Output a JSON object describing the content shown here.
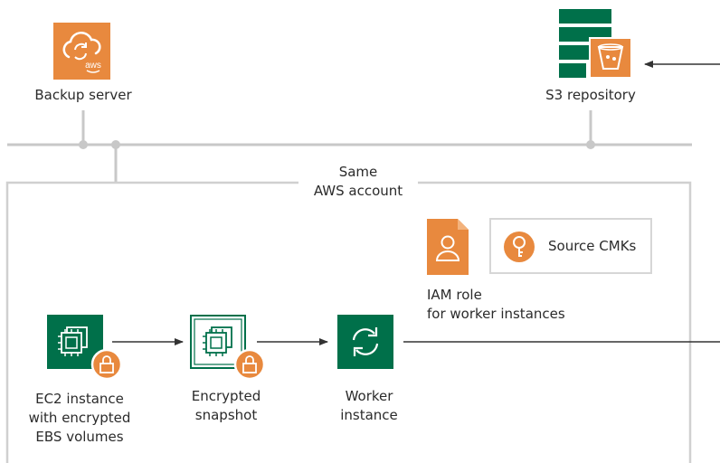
{
  "nodes": {
    "backup_server": {
      "label": "Backup server",
      "icon": "aws-cloud-sync-icon"
    },
    "s3_repository": {
      "label": "S3 repository",
      "icon": "s3-repository-icon"
    },
    "aws_account": {
      "label_line1": "Same",
      "label_line2": "AWS account"
    },
    "iam_role": {
      "label_line1": "IAM role",
      "label_line2": "for worker instances",
      "icon": "iam-user-document-icon"
    },
    "source_cmks": {
      "label": "Source CMKs",
      "icon": "key-icon"
    },
    "ec2_instance": {
      "label_line1": "EC2 instance",
      "label_line2": "with encrypted",
      "label_line3": "EBS volumes",
      "icon": "chip-icon"
    },
    "encrypted_snapshot": {
      "label_line1": "Encrypted",
      "label_line2": "snapshot",
      "icon": "chip-snapshot-icon"
    },
    "worker_instance": {
      "label_line1": "Worker",
      "label_line2": "instance",
      "icon": "sync-icon"
    }
  },
  "colors": {
    "aws_orange": "#e8893e",
    "veeam_green": "#00704a",
    "lock_orange": "#e8893e",
    "line_gray": "#c8c8c8",
    "arrow_dark": "#333333"
  }
}
